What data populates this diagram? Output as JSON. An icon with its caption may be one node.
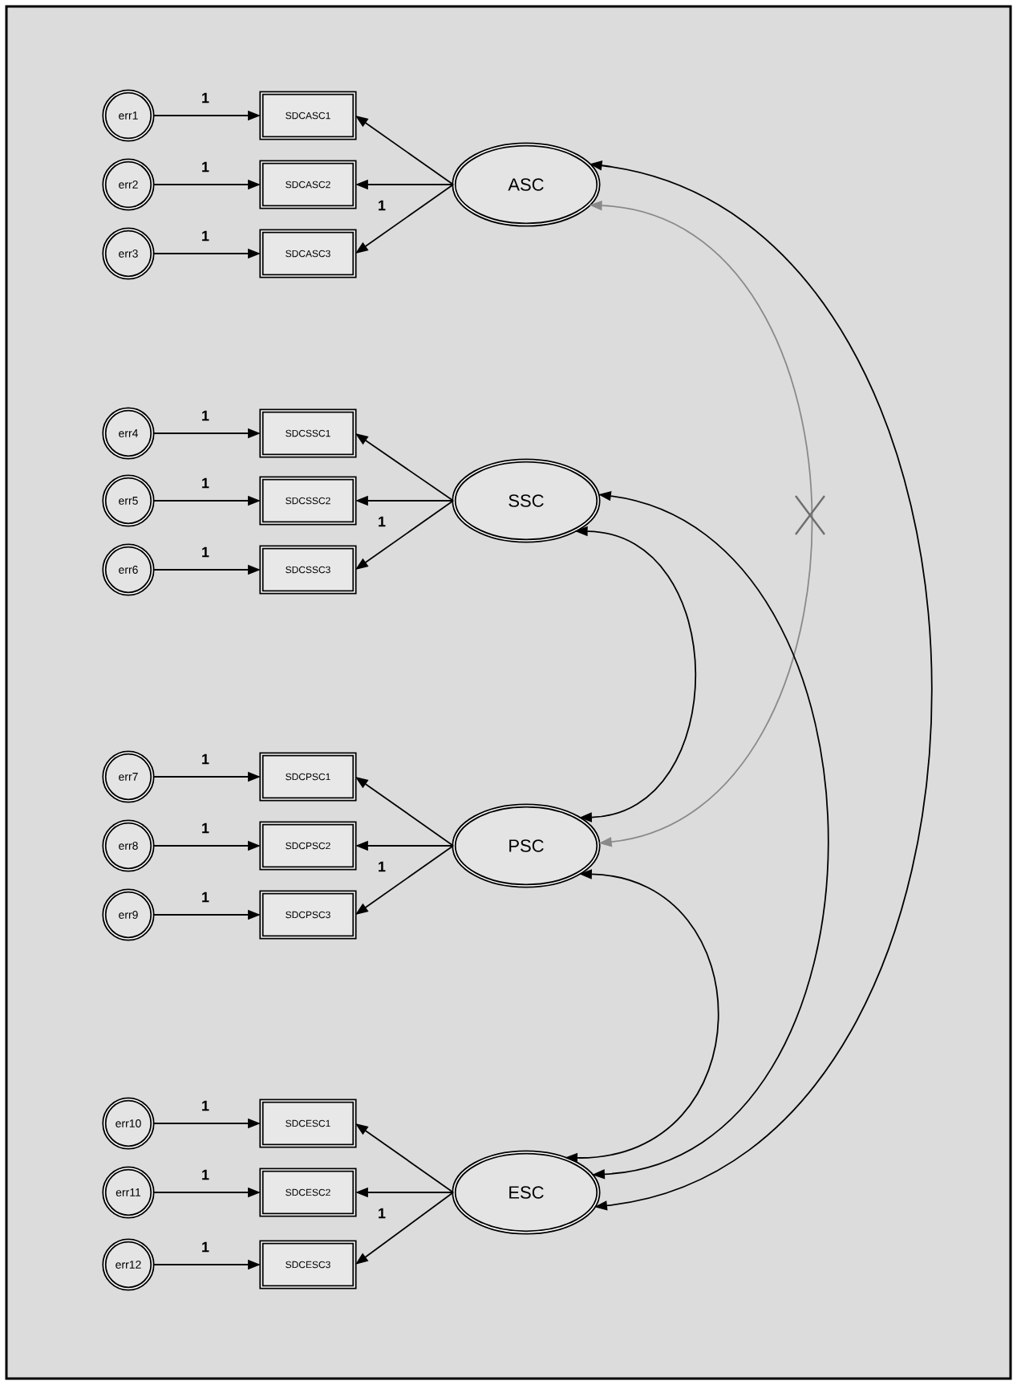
{
  "diagram": {
    "nodes": [
      {
        "text": [
          "err1"
        ]
      },
      {
        "text": [
          "err2"
        ]
      },
      {
        "text": [
          "err3"
        ]
      },
      {
        "text": [
          "SDCASC1"
        ]
      },
      {
        "text": [
          "SDCASC2"
        ]
      },
      {
        "text": [
          "SDCASC3"
        ]
      },
      {
        "text": [
          "ASC"
        ]
      },
      {
        "text": [
          "err4"
        ]
      },
      {
        "text": [
          "err5"
        ]
      },
      {
        "text": [
          "err6"
        ]
      },
      {
        "text": [
          "SDCSSC1"
        ]
      },
      {
        "text": [
          "SDCSSC2"
        ]
      },
      {
        "text": [
          "SDCSSC3"
        ]
      },
      {
        "text": [
          "SSC"
        ]
      },
      {
        "text": [
          "err7"
        ]
      },
      {
        "text": [
          "err8"
        ]
      },
      {
        "text": [
          "err9"
        ]
      },
      {
        "text": [
          "SDCPSC1"
        ]
      },
      {
        "text": [
          "SDCPSC2"
        ]
      },
      {
        "text": [
          "SDCPSC3"
        ]
      },
      {
        "text": [
          "PSC"
        ]
      },
      {
        "text": [
          "err10"
        ]
      },
      {
        "text": [
          "err11"
        ]
      },
      {
        "text": [
          "err12"
        ]
      },
      {
        "text": [
          "SDCESC1"
        ]
      },
      {
        "text": [
          "SDCESC2"
        ]
      },
      {
        "text": [
          "SDCESC3"
        ]
      },
      {
        "text": [
          "ESC"
        ]
      }
    ],
    "edges": [
      {
        "from": 0,
        "to": 3,
        "arrow": "to",
        "label": "1"
      },
      {
        "from": 1,
        "to": 4,
        "arrow": "to",
        "label": "1"
      },
      {
        "from": 2,
        "to": 5,
        "arrow": "to",
        "label": "1"
      },
      {
        "from": 6,
        "to": 3,
        "arrow": "to"
      },
      {
        "from": 6,
        "to": 4,
        "arrow": "to",
        "label": "1"
      },
      {
        "from": 6,
        "to": 5,
        "arrow": "to"
      },
      {
        "from": 7,
        "to": 10,
        "arrow": "to",
        "label": "1"
      },
      {
        "from": 8,
        "to": 11,
        "arrow": "to",
        "label": "1"
      },
      {
        "from": 9,
        "to": 12,
        "arrow": "to",
        "label": "1"
      },
      {
        "from": 13,
        "to": 10,
        "arrow": "to"
      },
      {
        "from": 13,
        "to": 11,
        "arrow": "to",
        "label": "1"
      },
      {
        "from": 13,
        "to": 12,
        "arrow": "to"
      },
      {
        "from": 14,
        "to": 17,
        "arrow": "to",
        "label": "1"
      },
      {
        "from": 15,
        "to": 18,
        "arrow": "to",
        "label": "1"
      },
      {
        "from": 16,
        "to": 19,
        "arrow": "to",
        "label": "1"
      },
      {
        "from": 20,
        "to": 17,
        "arrow": "to"
      },
      {
        "from": 20,
        "to": 18,
        "arrow": "to",
        "label": "1"
      },
      {
        "from": 20,
        "to": 19,
        "arrow": "to"
      },
      {
        "from": 21,
        "to": 24,
        "arrow": "to",
        "label": "1"
      },
      {
        "from": 22,
        "to": 25,
        "arrow": "to",
        "label": "1"
      },
      {
        "from": 23,
        "to": 26,
        "arrow": "to",
        "label": "1"
      },
      {
        "from": 27,
        "to": 24,
        "arrow": "to"
      },
      {
        "from": 27,
        "to": 25,
        "arrow": "to",
        "label": "1"
      },
      {
        "from": 27,
        "to": 26,
        "arrow": "to"
      },
      {
        "from": 6,
        "to": 20,
        "arrow": "both",
        "color": "#8a8a8a"
      },
      {
        "from": 6,
        "to": 27,
        "arrow": "both"
      },
      {
        "from": 13,
        "to": 20,
        "arrow": "both"
      },
      {
        "from": 13,
        "to": 27,
        "arrow": "both"
      },
      {
        "from": 20,
        "to": 27,
        "arrow": "both"
      }
    ]
  }
}
